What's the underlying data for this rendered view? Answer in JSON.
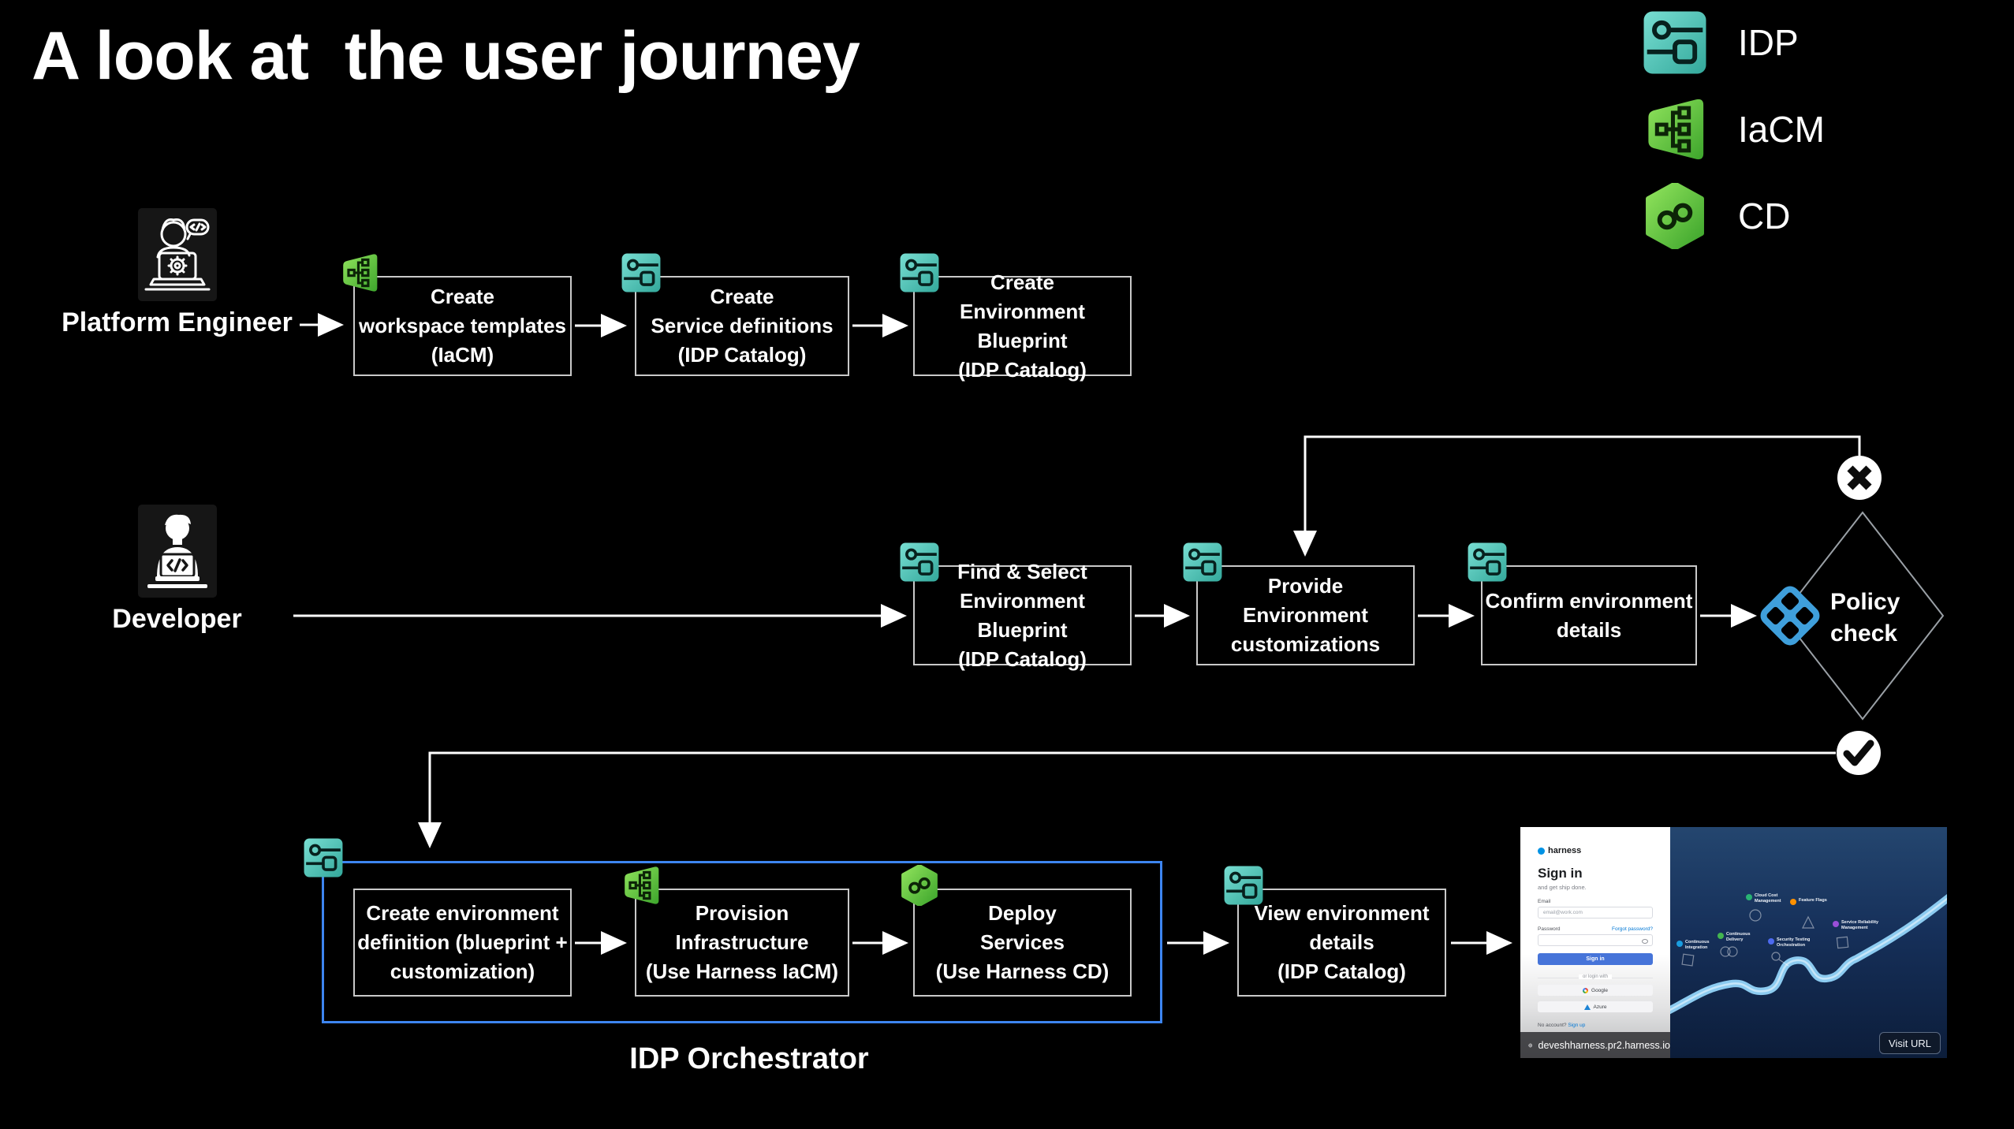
{
  "title": "A look at  the user journey",
  "colors": {
    "idp_teal": "#5BCDC0",
    "iacm_green": "#6CCB3F",
    "cd_green": "#64C93F",
    "orchestrator_blue": "#3D85F0",
    "policy_blue": "#3F9FDB"
  },
  "legend": {
    "items": [
      {
        "label": "IDP"
      },
      {
        "label": "IaCM"
      },
      {
        "label": "CD"
      }
    ]
  },
  "actors": {
    "platform_engineer": "Platform Engineer",
    "developer": "Developer"
  },
  "flow": {
    "row1": {
      "boxes": [
        {
          "lines": [
            "Create",
            "workspace templates",
            "(IaCM)"
          ]
        },
        {
          "lines": [
            "Create",
            "Service definitions",
            "(IDP Catalog)"
          ]
        },
        {
          "lines": [
            "Create",
            "Environment Blueprint",
            "(IDP Catalog)"
          ]
        }
      ]
    },
    "row2": {
      "boxes": [
        {
          "lines": [
            "Find & Select",
            "Environment Blueprint",
            "(IDP Catalog)"
          ]
        },
        {
          "lines": [
            "Provide",
            "Environment",
            "customizations"
          ]
        },
        {
          "lines": [
            "Confirm environment",
            "details"
          ]
        }
      ]
    },
    "decision": {
      "label_line1": "Policy",
      "label_line2": "check"
    },
    "row3": {
      "container_label": "IDP Orchestrator",
      "boxes": [
        {
          "lines": [
            "Create environment",
            "definition (blueprint +",
            "customization)"
          ]
        },
        {
          "lines": [
            "Provision",
            "Infrastructure",
            "(Use Harness IaCM)"
          ]
        },
        {
          "lines": [
            "Deploy",
            "Services",
            "(Use Harness CD)"
          ]
        },
        {
          "lines": [
            "View environment",
            "details",
            "(IDP Catalog)"
          ]
        }
      ]
    }
  },
  "screenshot": {
    "signin": {
      "brand": "harness",
      "heading": "Sign in",
      "subheading": "and get ship done.",
      "email_label": "Email",
      "email_placeholder": "email@work.com",
      "password_label": "Password",
      "forgot_link": "Forgot password?",
      "signin_button": "Sign in",
      "divider": "or login with",
      "google_button": "Google",
      "azure_button": "Azure",
      "no_account": "No account?",
      "signup_link": "Sign up"
    },
    "url_bar": {
      "url": "deveshharness.pr2.harness.io"
    },
    "visit_button": "Visit URL",
    "modules": [
      {
        "label": "Cloud Cost Management",
        "color": "#29b473"
      },
      {
        "label": "Feature Flags",
        "color": "#ff9100"
      },
      {
        "label": "Continuous Integration",
        "color": "#1a9de0"
      },
      {
        "label": "Continuous Delivery",
        "color": "#43b64f"
      },
      {
        "label": "Security Testing Orchestration",
        "color": "#4d6af0"
      },
      {
        "label": "Service Reliability Management",
        "color": "#9a4fd8"
      }
    ]
  }
}
